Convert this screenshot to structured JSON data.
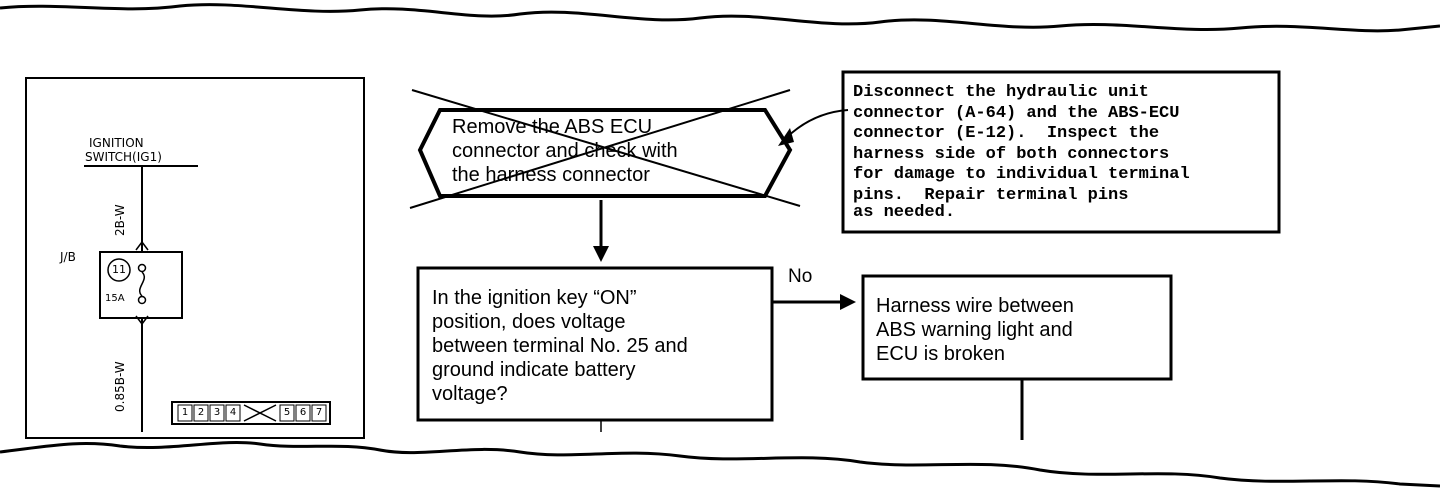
{
  "wiring_diagram": {
    "ignition_switch_label_1": "IGNITION",
    "ignition_switch_label_2": "SWITCH(IG1)",
    "wire_top": "2B-W",
    "wire_bottom": "0.85B-W",
    "junction_block": "J/B",
    "fuse_number": "11",
    "fuse_rating": "15A",
    "connector_terminals_left": [
      "1",
      "2",
      "3",
      "4"
    ],
    "connector_terminals_right": [
      "5",
      "6",
      "7"
    ]
  },
  "flowchart": {
    "crossed_step_lines": [
      "Remove the ABS ECU",
      "connector and check with",
      "the harness connector"
    ],
    "replacement_note_lines": [
      "Disconnect the hydraulic unit",
      "connector (A-64) and the ABS-ECU",
      "connector (E-12).  Inspect the",
      "harness side of both connectors",
      "for damage to individual terminal",
      "pins.  Repair terminal pins",
      "as needed."
    ],
    "question_lines": [
      "In the ignition key “ON”",
      "position, does voltage",
      "between terminal No. 25 and",
      "ground indicate battery",
      "voltage?"
    ],
    "branch_label": "No",
    "result_lines": [
      "Harness wire between",
      "ABS warning light and",
      "ECU is broken"
    ]
  }
}
